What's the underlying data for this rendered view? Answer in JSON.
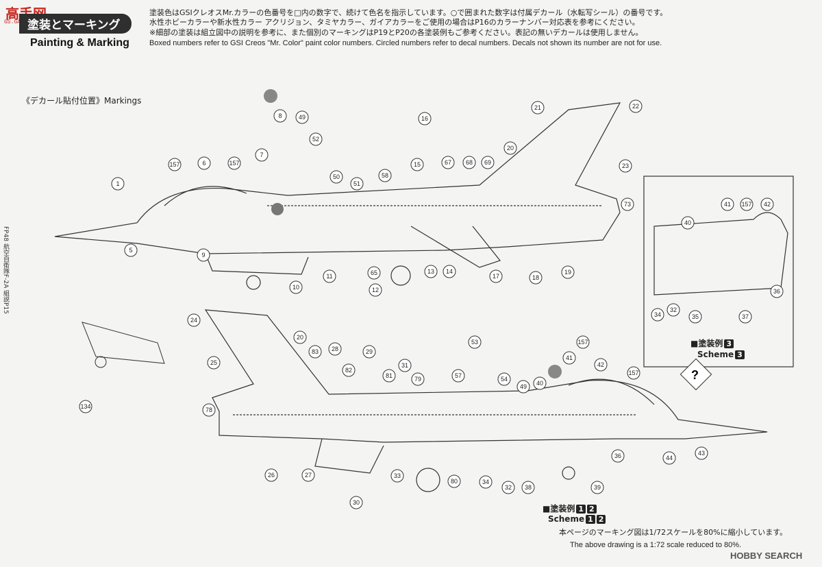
{
  "site": {
    "logo": "高手网",
    "logo_url": "GS.GAOSHOU.COM"
  },
  "header": {
    "title_jp": "塗装とマーキング",
    "title_en": "Painting & Marking",
    "instr_jp_1": "塗装色はGSIクレオスMr.カラーの色番号を□内の数字で、続けて色名を指示しています。○で囲まれた数字は付属デカール（水転写シール）の番号です。",
    "instr_jp_2": "水性ホビーカラーや新水性カラー アクリジョン、タミヤカラー、ガイアカラーをご使用の場合はP16のカラーナンバー対応表を参考にください。",
    "instr_jp_3": "※細部の塗装は組立図中の説明を参考に、また個別のマーキングはP19とP20の各塗装例もご参考ください。表記の無いデカールは使用しません。",
    "instr_en": "Boxed numbers refer to GSI Creos \"Mr. Color\" paint color numbers. Circled numbers refer to decal numbers. Decals not shown its number are not for use."
  },
  "markings_heading": "《デカール貼付位置》Markings",
  "side_code": "FP48 航空自衛隊F-2A 組説P15",
  "scheme_box": {
    "label_jp": "■塗装例",
    "label_en": "Scheme",
    "num": "3"
  },
  "scheme_main": {
    "label_jp": "■塗装例",
    "label_en": "Scheme",
    "nums": [
      "1",
      "2"
    ]
  },
  "callouts_top": [
    "157",
    "6",
    "157",
    "7",
    "8",
    "49",
    "52",
    "16",
    "21",
    "22",
    "1",
    "50",
    "51",
    "58",
    "15",
    "67",
    "68",
    "69",
    "20",
    "23",
    "73",
    "5",
    "9",
    "11",
    "65",
    "12",
    "13",
    "14",
    "17",
    "18",
    "19",
    "10"
  ],
  "callouts_bottom": [
    "24",
    "20",
    "83",
    "28",
    "29",
    "31",
    "53",
    "157",
    "41",
    "42",
    "25",
    "82",
    "81",
    "79",
    "57",
    "54",
    "49",
    "40",
    "157",
    "78",
    "26",
    "27",
    "33",
    "80",
    "34",
    "32",
    "38",
    "39",
    "36",
    "44",
    "43",
    "30",
    "134"
  ],
  "callouts_inset": [
    "40",
    "41",
    "157",
    "42",
    "34",
    "32",
    "35",
    "37",
    "36"
  ],
  "footer": {
    "scale_jp": "本ページのマーキング図は1/72スケールを80%に縮小しています。",
    "scale_en": "The above drawing is a 1:72 scale reduced to 80%."
  },
  "watermark": "HOBBY SEARCH",
  "colors": {
    "ink": "#222222",
    "paper": "#f4f4f2",
    "header_bg": "#2f2f2f",
    "logo": "#c8271f"
  }
}
